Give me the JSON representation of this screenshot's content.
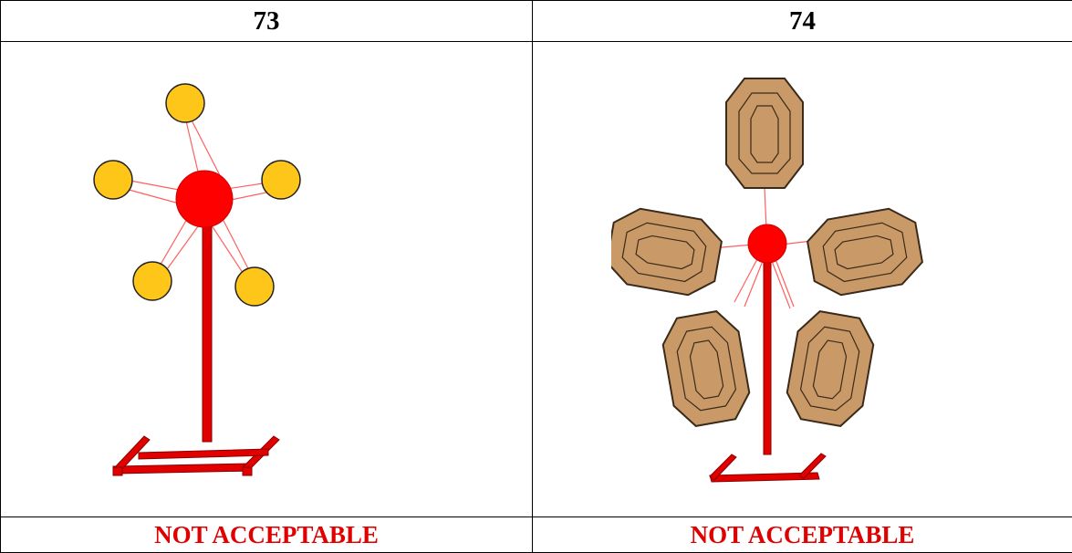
{
  "columns": [
    {
      "number": "73",
      "verdict": "NOT ACCEPTABLE",
      "illustration": "target-stand-five-round-plates",
      "colors": {
        "stand": "#e00000",
        "plate_fill": "#ffc61a",
        "plate_outline": "#222222"
      }
    },
    {
      "number": "74",
      "verdict": "NOT ACCEPTABLE",
      "illustration": "target-stand-five-octagonal-cardboard-targets",
      "colors": {
        "stand": "#e00000",
        "target_fill": "#c99a68",
        "target_outline": "#3a2a1a"
      }
    }
  ],
  "verdict_color": "#e00000"
}
